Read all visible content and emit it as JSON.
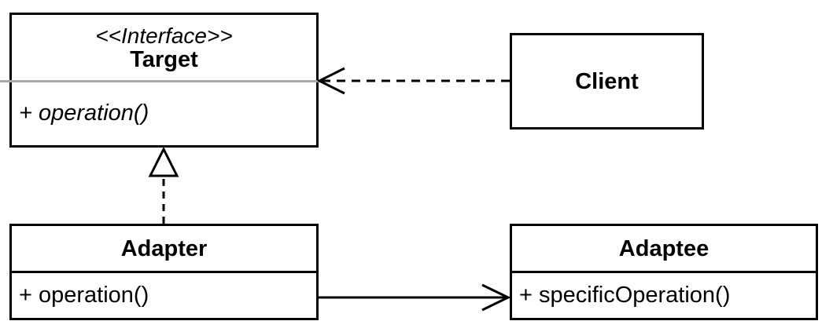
{
  "colors": {
    "line": "#000000",
    "separator": "#a8a8a8",
    "fill": "#ffffff",
    "background": "#ffffff"
  },
  "target": {
    "stereotype": "<<Interface>>",
    "name": "Target",
    "member": "+ operation()"
  },
  "client": {
    "name": "Client"
  },
  "adapter": {
    "name": "Adapter",
    "member": "+ operation()"
  },
  "adaptee": {
    "name": "Adaptee",
    "member": "+ specificOperation()"
  },
  "relations": {
    "client_to_target": {
      "type": "dependency",
      "line_style": "dashed",
      "arrowhead": "open",
      "direction": "client-to-target"
    },
    "adapter_to_target": {
      "type": "realization",
      "line_style": "dashed",
      "arrowhead": "hollow-triangle",
      "direction": "adapter-to-target"
    },
    "adapter_to_adaptee": {
      "type": "association",
      "line_style": "solid",
      "arrowhead": "open",
      "direction": "adapter-to-adaptee"
    }
  }
}
